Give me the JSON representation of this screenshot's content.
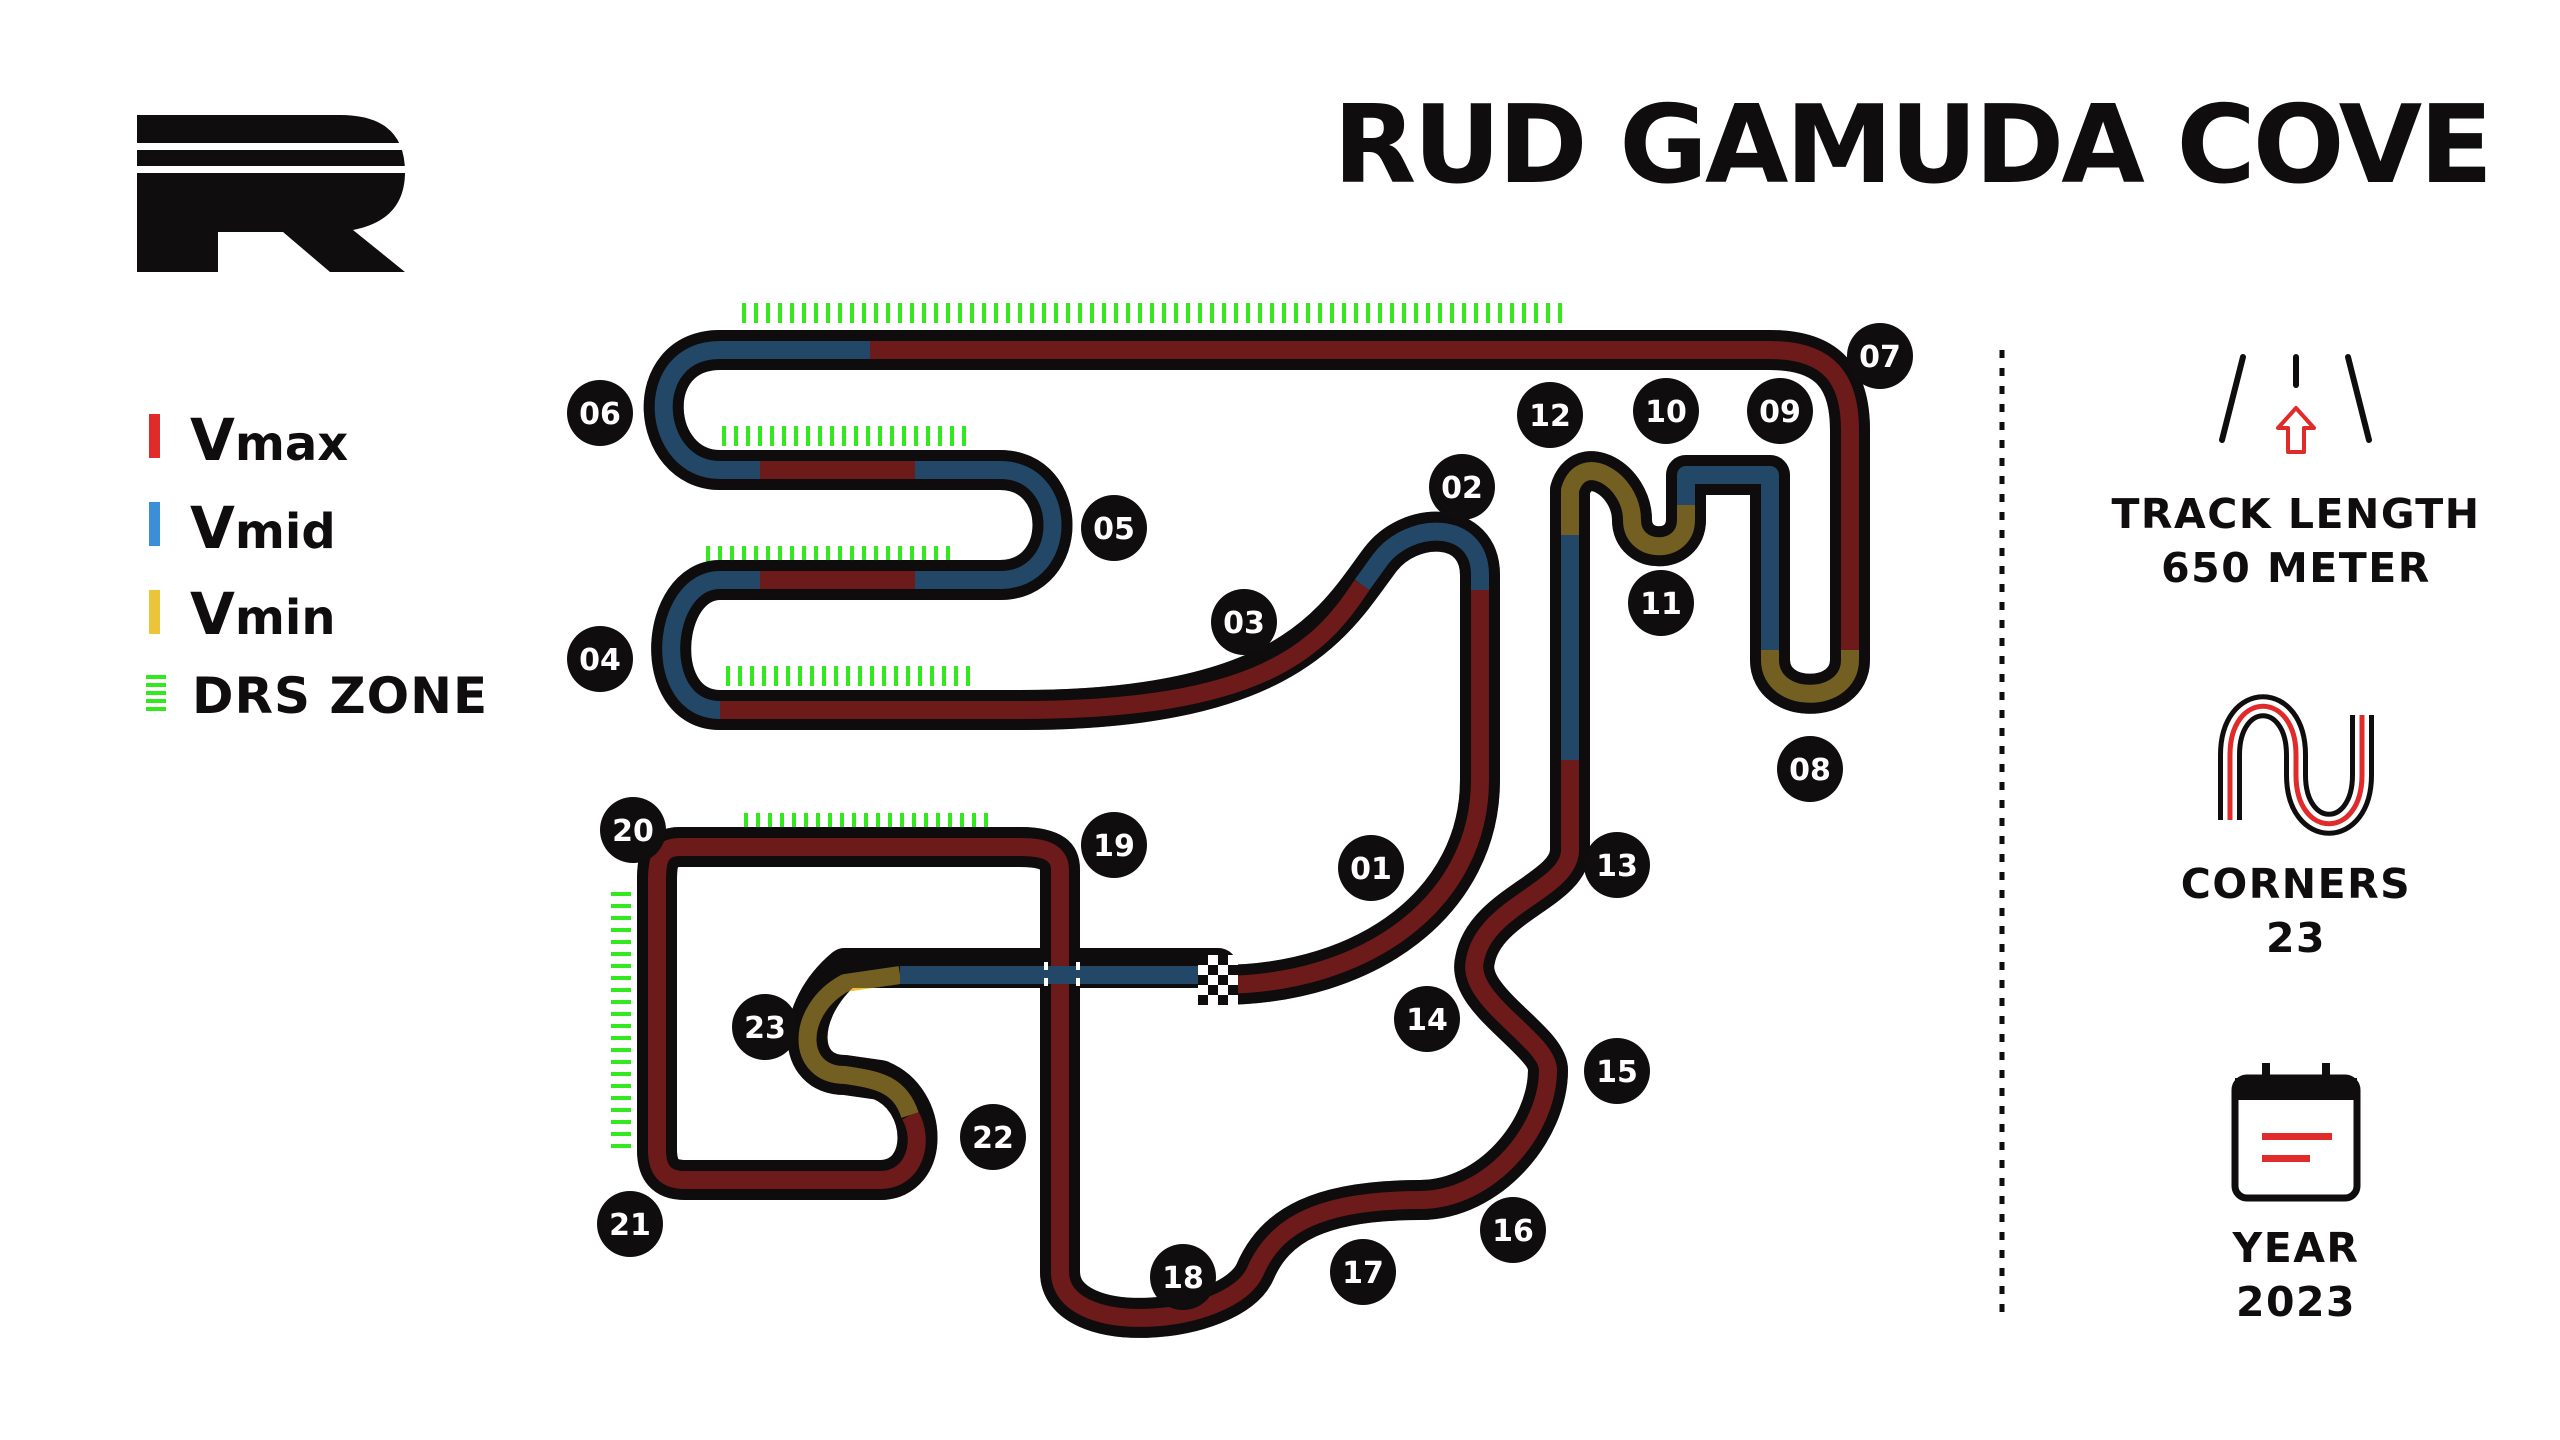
{
  "title": "RUD GAMUDA COVE",
  "logo": {
    "name": "r-logo"
  },
  "legend": [
    {
      "key": "vmax",
      "big": "V",
      "sub": "max",
      "color": "#e12a2a"
    },
    {
      "key": "vmid",
      "big": "V",
      "sub": "mid",
      "color": "#3b8fd6"
    },
    {
      "key": "vmin",
      "big": "V",
      "sub": "min",
      "color": "#ecc43a"
    },
    {
      "key": "drs",
      "label": "DRS ZONE",
      "color": "#33e81c"
    }
  ],
  "info": {
    "track_length": {
      "label": "TRACK LENGTH",
      "value": "650 METER",
      "icon": "road-arrow-icon"
    },
    "corners": {
      "label": "CORNERS",
      "value": "23",
      "icon": "corners-track-icon"
    },
    "year": {
      "label": "YEAR",
      "value": "2023",
      "icon": "calendar-icon"
    }
  },
  "corners": [
    "01",
    "02",
    "03",
    "04",
    "05",
    "06",
    "07",
    "08",
    "09",
    "10",
    "11",
    "12",
    "13",
    "14",
    "15",
    "16",
    "17",
    "18",
    "19",
    "20",
    "21",
    "22",
    "23"
  ],
  "colors": {
    "vmax": "#e12a2a",
    "vmid": "#3b8fd6",
    "vmin": "#ecc43a",
    "drs": "#33e81c",
    "ink": "#0f0d0d"
  }
}
